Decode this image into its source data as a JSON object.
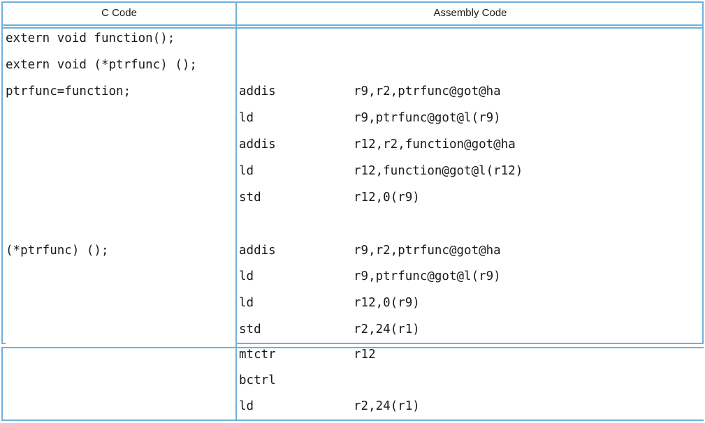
{
  "headers": {
    "c_code": "C Code",
    "assembly_code": "Assembly Code"
  },
  "rows": [
    {
      "c": "extern void function();",
      "op": "",
      "args": ""
    },
    {
      "c": "extern void (*ptrfunc) ();",
      "op": "",
      "args": ""
    },
    {
      "c": "ptrfunc=function;",
      "op": "addis",
      "args": "r9,r2,ptrfunc@got@ha"
    },
    {
      "c": "",
      "op": "ld",
      "args": "r9,ptrfunc@got@l(r9)"
    },
    {
      "c": "",
      "op": "addis",
      "args": "r12,r2,function@got@ha"
    },
    {
      "c": "",
      "op": "ld",
      "args": "r12,function@got@l(r12)"
    },
    {
      "c": "",
      "op": "std",
      "args": "r12,0(r9)"
    },
    {
      "c": "",
      "op": "",
      "args": ""
    },
    {
      "c": "(*ptrfunc) ();",
      "op": "addis",
      "args": "r9,r2,ptrfunc@got@ha"
    },
    {
      "c": "",
      "op": "ld",
      "args": "r9,ptrfunc@got@l(r9)"
    },
    {
      "c": "",
      "op": "ld",
      "args": "r12,0(r9)"
    },
    {
      "c": "",
      "op": "std",
      "args": "r2,24(r1)"
    },
    {
      "c": "",
      "op": "mtctr",
      "args": "r12"
    },
    {
      "c": "",
      "op": "bctrl",
      "args": ""
    },
    {
      "c": "",
      "op": "ld",
      "args": "r2,24(r1)"
    }
  ]
}
